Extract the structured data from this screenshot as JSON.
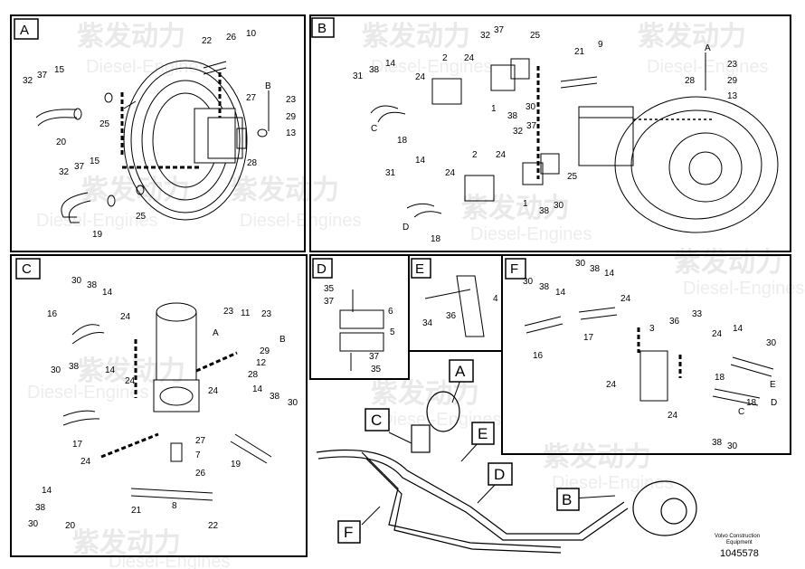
{
  "panels": {
    "A": {
      "letter": "A",
      "labels": [
        "22",
        "26",
        "10",
        "32",
        "37",
        "15",
        "27",
        "B",
        "23",
        "29",
        "13",
        "25",
        "20",
        "28",
        "32",
        "37",
        "15",
        "25",
        "19"
      ]
    },
    "B": {
      "letter": "B",
      "labels": [
        "32",
        "37",
        "25",
        "9",
        "21",
        "A",
        "23",
        "31",
        "38",
        "14",
        "2",
        "24",
        "29",
        "13",
        "28",
        "24",
        "1",
        "30",
        "38",
        "C",
        "18",
        "32",
        "37",
        "31",
        "14",
        "2",
        "24",
        "24",
        "25",
        "1",
        "38",
        "30",
        "D",
        "18"
      ]
    },
    "C": {
      "letter": "C",
      "labels": [
        "30",
        "38",
        "14",
        "16",
        "24",
        "23",
        "11",
        "23",
        "A",
        "B",
        "29",
        "12",
        "28",
        "30",
        "38",
        "14",
        "24",
        "24",
        "14",
        "38",
        "30",
        "17",
        "27",
        "19",
        "7",
        "24",
        "26",
        "14",
        "38",
        "30",
        "20",
        "21",
        "8",
        "22"
      ]
    },
    "D": {
      "letter": "D",
      "labels": [
        "35",
        "37",
        "6",
        "5",
        "37",
        "35"
      ]
    },
    "E": {
      "letter": "E",
      "labels": [
        "4",
        "34",
        "36"
      ]
    },
    "F": {
      "letter": "F",
      "labels": [
        "30",
        "38",
        "14",
        "30",
        "38",
        "14",
        "24",
        "3",
        "36",
        "33",
        "17",
        "16",
        "24",
        "14",
        "30",
        "24",
        "18",
        "E",
        "24",
        "18",
        "D",
        "C",
        "38",
        "30"
      ]
    }
  },
  "overview_callouts": [
    "A",
    "C",
    "E",
    "D",
    "B",
    "F"
  ],
  "footer": {
    "company": "Volvo Construction Equipment",
    "company_line1": "Volvo Construction",
    "company_line2": "Equipment",
    "part_number": "1045578"
  },
  "watermarks": {
    "chinese": "紫发动力",
    "english": "Diesel-Engines"
  }
}
